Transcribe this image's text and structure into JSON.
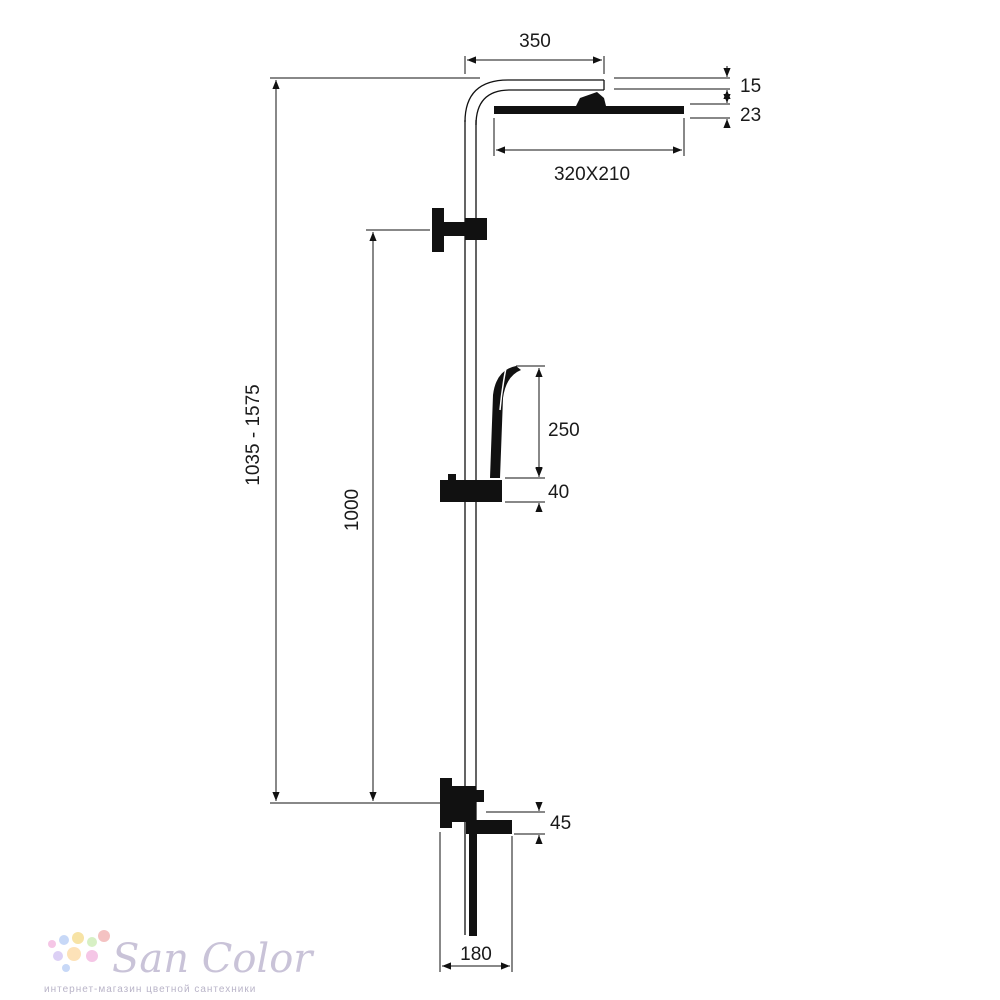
{
  "dimensions": {
    "arm_length": "350",
    "arm_thickness": "15",
    "head_thickness": "23",
    "head_size": "320X210",
    "total_height": "1035 - 1575",
    "mixer_to_holder": "1000",
    "hand_shower_length": "250",
    "slider_height": "40",
    "mixer_height": "45",
    "spout_depth": "180"
  },
  "logo": {
    "name": "San Color",
    "tagline": "интернет-магазин цветной сантехники",
    "dot_colors": [
      "#f5c6e6",
      "#c7d8f7",
      "#f7e3a5",
      "#d7f0c4",
      "#f4c2c2",
      "#dcd0f5",
      "#fde2b8"
    ]
  },
  "colors": {
    "ink": "#111111",
    "logo_text": "#c9c3d8"
  }
}
